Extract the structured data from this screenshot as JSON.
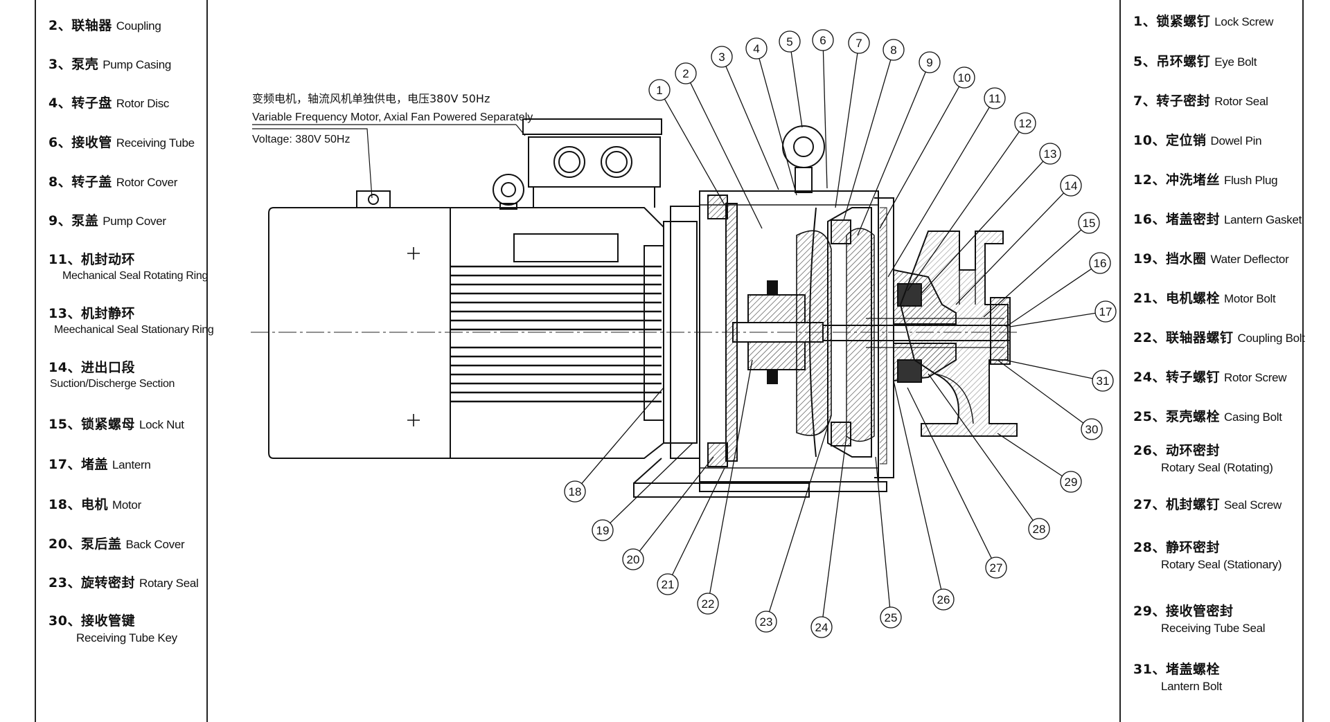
{
  "left_legend": [
    {
      "num": "2",
      "zh": "联轴器",
      "en": "Coupling"
    },
    {
      "num": "3",
      "zh": "泵壳",
      "en": "Pump Casing"
    },
    {
      "num": "4",
      "zh": "转子盘",
      "en": "Rotor Disc"
    },
    {
      "num": "6",
      "zh": "接收管",
      "en": "Receiving Tube"
    },
    {
      "num": "8",
      "zh": "转子盖",
      "en": "Rotor Cover"
    },
    {
      "num": "9",
      "zh": "泵盖",
      "en": "Pump Cover"
    },
    {
      "num": "11",
      "zh": "机封动环",
      "en": "Mechanical Seal Rotating Ring"
    },
    {
      "num": "13",
      "zh": "机封静环",
      "en": "Meechanical Seal Stationary Ring"
    },
    {
      "num": "14",
      "zh": "进出口段",
      "en": "Suction/Discherge Section"
    },
    {
      "num": "15",
      "zh": "锁紧螺母",
      "en": "Lock Nut"
    },
    {
      "num": "17",
      "zh": "堵盖",
      "en": "Lantern"
    },
    {
      "num": "18",
      "zh": "电机",
      "en": "Motor"
    },
    {
      "num": "20",
      "zh": "泵后盖",
      "en": "Back Cover"
    },
    {
      "num": "23",
      "zh": "旋转密封",
      "en": "Rotary Seal"
    },
    {
      "num": "30",
      "zh": "接收管键",
      "en": "Receiving Tube Key"
    }
  ],
  "right_legend": [
    {
      "num": "1",
      "zh": "锁紧螺钉",
      "en": "Lock Screw"
    },
    {
      "num": "5",
      "zh": "吊环螺钉",
      "en": "Eye Bolt"
    },
    {
      "num": "7",
      "zh": "转子密封",
      "en": "Rotor Seal"
    },
    {
      "num": "10",
      "zh": "定位销",
      "en": "Dowel Pin"
    },
    {
      "num": "12",
      "zh": "冲洗堵丝",
      "en": "Flush Plug"
    },
    {
      "num": "16",
      "zh": "堵盖密封",
      "en": "Lantern Gasket"
    },
    {
      "num": "19",
      "zh": "挡水圈",
      "en": "Water Deflector"
    },
    {
      "num": "21",
      "zh": "电机螺栓",
      "en": "Motor Bolt"
    },
    {
      "num": "22",
      "zh": "联轴器螺钉",
      "en": "Coupling Bolt"
    },
    {
      "num": "24",
      "zh": "转子螺钉",
      "en": "Rotor Screw"
    },
    {
      "num": "25",
      "zh": "泵壳螺栓",
      "en": "Casing Bolt"
    },
    {
      "num": "26",
      "zh": "动环密封",
      "en": "Rotary Seal (Rotating)"
    },
    {
      "num": "27",
      "zh": "机封螺钉",
      "en": "Seal Screw"
    },
    {
      "num": "28",
      "zh": "静环密封",
      "en": "Rotary Seal (Stationary)"
    },
    {
      "num": "29",
      "zh": "接收管密封",
      "en": "Receiving Tube Seal"
    },
    {
      "num": "31",
      "zh": "堵盖螺栓",
      "en": "Lantern Bolt"
    }
  ],
  "motor_note": {
    "line1": "变频电机，轴流风机单独供电，电压380V 50Hz",
    "line2": "Variable Frequency Motor, Axial Fan Powered Separately",
    "line3": "Voltage: 380V 50Hz"
  },
  "balloons": [
    "1",
    "2",
    "3",
    "4",
    "5",
    "6",
    "7",
    "8",
    "9",
    "10",
    "11",
    "12",
    "13",
    "14",
    "15",
    "16",
    "17",
    "18",
    "19",
    "20",
    "21",
    "22",
    "23",
    "24",
    "25",
    "26",
    "27",
    "28",
    "29",
    "30",
    "31"
  ]
}
